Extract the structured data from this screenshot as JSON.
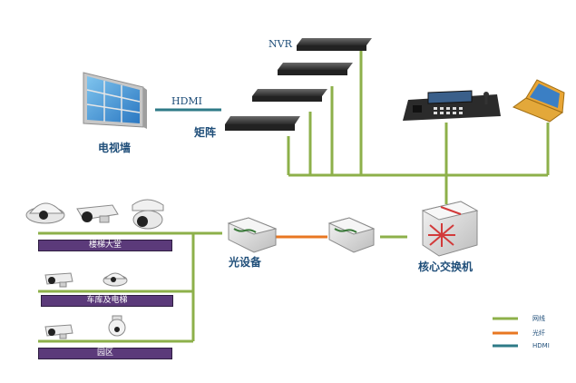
{
  "labels": {
    "nvr": "NVR",
    "hdmi": "HDMI",
    "tv_wall": "电视墙",
    "matrix": "矩阵",
    "optical_device": "光设备",
    "core_switch": "核心交换机"
  },
  "areas": [
    {
      "label": "楼梯大堂"
    },
    {
      "label": "车库及电梯"
    },
    {
      "label": "园区"
    }
  ],
  "legend": [
    {
      "label": "网线",
      "color": "#8db04a"
    },
    {
      "label": "光纤",
      "color": "#e87722"
    },
    {
      "label": "HDMI",
      "color": "#2e7a87"
    }
  ],
  "colors": {
    "network_cable": "#8db04a",
    "fiber": "#e87722",
    "hdmi": "#2e7a87",
    "label_text": "#1f4e79",
    "area_bar": "#5b3a7a"
  }
}
